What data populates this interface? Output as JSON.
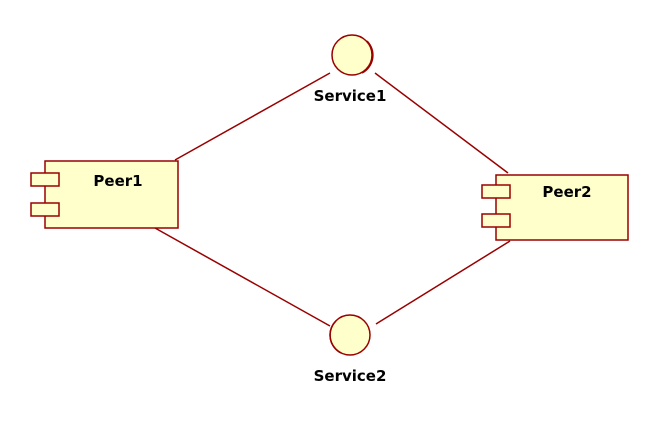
{
  "diagram": {
    "type": "uml-component-diagram",
    "colors": {
      "component_fill": "#ffffcc",
      "component_stroke": "#990000",
      "connector_stroke": "#990000",
      "interface_fill": "#ffffcc",
      "interface_stroke": "#990000",
      "label_color": "#000000"
    },
    "components": [
      {
        "id": "peer1",
        "label": "Peer1",
        "ports": 2
      },
      {
        "id": "peer2",
        "label": "Peer2",
        "ports": 2
      }
    ],
    "interfaces": [
      {
        "id": "service1",
        "label": "Service1",
        "icon": "lollipop-interface-icon"
      },
      {
        "id": "service2",
        "label": "Service2",
        "icon": "lollipop-interface-icon"
      }
    ],
    "connections": [
      {
        "from": "peer1",
        "to": "service1"
      },
      {
        "from": "service1",
        "to": "peer2"
      },
      {
        "from": "peer1",
        "to": "service2"
      },
      {
        "from": "service2",
        "to": "peer2"
      }
    ]
  }
}
